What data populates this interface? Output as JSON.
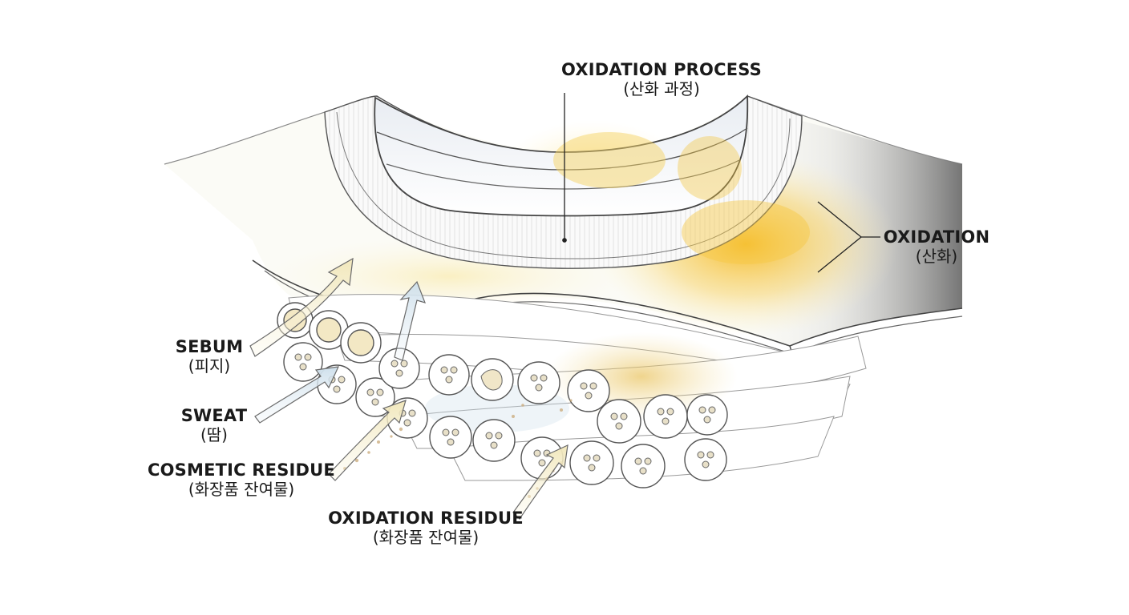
{
  "diagram": {
    "labels": {
      "oxidation_process": {
        "en": "OXIDATION PROCESS",
        "ko": "(산화 과정)"
      },
      "oxidation": {
        "en": "OXIDATION",
        "ko": "(산화)"
      },
      "sebum": {
        "en": "SEBUM",
        "ko": "(피지)"
      },
      "sweat": {
        "en": "SWEAT",
        "ko": "(땀)"
      },
      "cosmetic_residue": {
        "en": "COSMETIC RESIDUE",
        "ko": "(화장품 잔여물)"
      },
      "oxidation_residue": {
        "en": "OXIDATION RESIDUE",
        "ko": "(화장품 잔여물)"
      }
    },
    "colors": {
      "oxidation_yellow": "#f5c030",
      "discoloration_gray": "#7a7a7a",
      "fabric_white": "#fbfbf6",
      "outline": "#3a3a3a",
      "arrow_cream": "#f3ecc4",
      "arrow_blue": "#d7e6ef"
    }
  }
}
